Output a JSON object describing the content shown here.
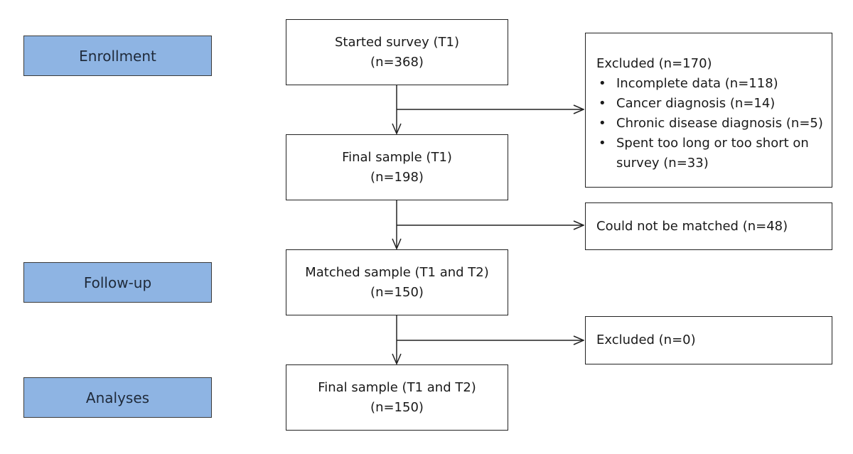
{
  "stages": {
    "enrollment": "Enrollment",
    "follow_up": "Follow-up",
    "analyses": "Analyses"
  },
  "flow": {
    "started": {
      "title": "Started survey (T1)",
      "count": "(n=368)"
    },
    "final_t1": {
      "title": "Final sample (T1)",
      "count": "(n=198)"
    },
    "matched": {
      "title": "Matched sample (T1 and T2)",
      "count": "(n=150)"
    },
    "final_t1_t2": {
      "title": "Final sample (T1 and T2)",
      "count": "(n=150)"
    }
  },
  "exclusions": {
    "first": {
      "title": "Excluded (n=170)",
      "items": [
        "Incomplete data (n=118)",
        "Cancer diagnosis (n=14)",
        "Chronic disease diagnosis (n=5)",
        "Spent too long or too short on survey (n=33)"
      ]
    },
    "unmatched": "Could not be matched (n=48)",
    "second": "Excluded (n=0)"
  },
  "colors": {
    "stage_fill": "#8eb4e3",
    "stage_border": "#3a3a3a",
    "box_border": "#222222"
  }
}
